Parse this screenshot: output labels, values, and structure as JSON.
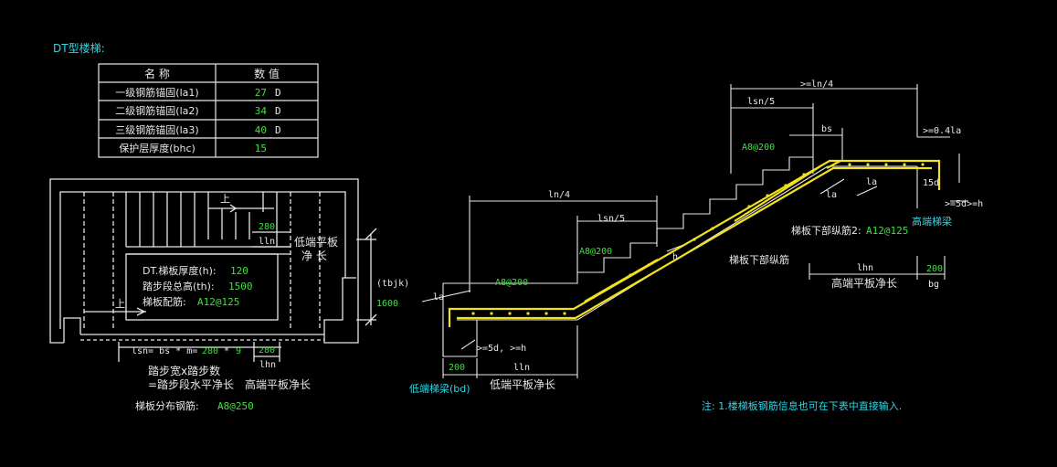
{
  "title": "DT型楼梯:",
  "table": {
    "headers": [
      "名 称",
      "数 值"
    ],
    "rows": [
      {
        "name": "一级钢筋锚固(la1)",
        "value": "27",
        "unit": "D"
      },
      {
        "name": "二级钢筋锚固(la2)",
        "value": "34",
        "unit": "D"
      },
      {
        "name": "三级钢筋锚固(la3)",
        "value": "40",
        "unit": "D"
      },
      {
        "name": "保护层厚度(bhc)",
        "value": "15",
        "unit": ""
      }
    ]
  },
  "plan": {
    "up_top": "上",
    "up_left": "上",
    "step_width_val": "280",
    "lln_top": "lln",
    "low_platform": [
      "低端平板",
      "净 长"
    ],
    "thickness_label": "DT.梯板厚度(h):",
    "thickness_val": "120",
    "height_label": "踏步段总高(th):",
    "height_val": "1500",
    "rebar_label": "梯板配筋:",
    "rebar_val": "A12@125",
    "tbjk": "(tbjk)",
    "tbjk_val": "1600",
    "lsn_formula_prefix": "lsn= bs * m=",
    "lsn_bs_val": "280",
    "lsn_star": "*",
    "lsn_m_val": "9",
    "lhn_val": "280",
    "lhn_label": "lhn",
    "note1": "踏步宽x踏步数",
    "note2": "=踏步段水平净长",
    "high_platform_len": "高端平板净长",
    "dist_label": "梯板分布钢筋:",
    "dist_val": "A8@250"
  },
  "section": {
    "ln4_top": ">=ln/4",
    "lsn5_top": "lsn/5",
    "bs": "bs",
    "la_right": ">=0.4la",
    "a8_top": "A8@200",
    "d15": "15d",
    "d5_right": ">=5d>=h",
    "high_beam": "高端梯梁",
    "la_a": "la",
    "la_b": "la",
    "lower_rebar2": "梯板下部纵筋2:",
    "lower_rebar2_val": "A12@125",
    "ln4_mid": "ln/4",
    "lsn5_mid": "lsn/5",
    "a8_mid": "A8@200",
    "h_label": "h",
    "lower_rebar": "梯板下部纵筋",
    "lhn": "lhn",
    "bg_val": "200",
    "bg": "bg",
    "high_len": "高端平板净长",
    "a8_low": "A8@200",
    "la_left": "la",
    "d5_low": ">=5d, >=h",
    "bd_val": "200",
    "lln": "lln",
    "low_beam": "低端梯梁(bd)",
    "low_len": "低端平板净长"
  },
  "note": "注: 1.楼梯板钢筋信息也可在下表中直接输入.",
  "colors": {
    "white": "#e8e8e8",
    "green": "#3ee03e",
    "cyan": "#2fd6e6",
    "yellow": "#f2e21a",
    "bg": "#000000"
  }
}
